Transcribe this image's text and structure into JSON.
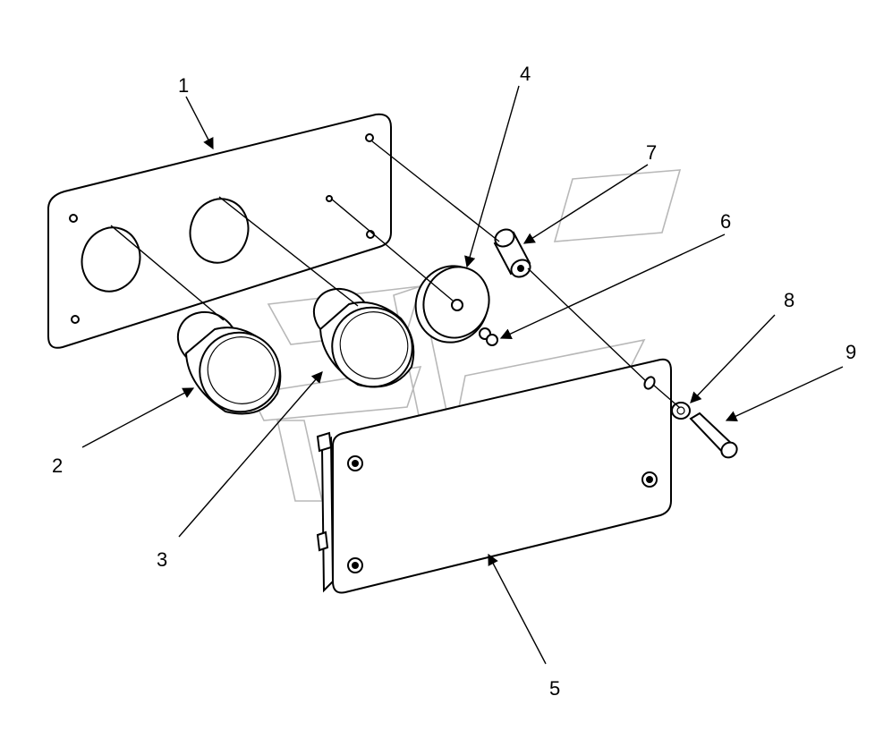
{
  "callouts": [
    {
      "id": "1",
      "text": "1"
    },
    {
      "id": "2",
      "text": "2"
    },
    {
      "id": "3",
      "text": "3"
    },
    {
      "id": "4",
      "text": "4"
    },
    {
      "id": "5",
      "text": "5"
    },
    {
      "id": "6",
      "text": "6"
    },
    {
      "id": "7",
      "text": "7"
    },
    {
      "id": "8",
      "text": "8"
    },
    {
      "id": "9",
      "text": "9"
    }
  ],
  "colors": {
    "line": "#000000",
    "watermark": "#b8b8b8",
    "background": "#ffffff"
  }
}
